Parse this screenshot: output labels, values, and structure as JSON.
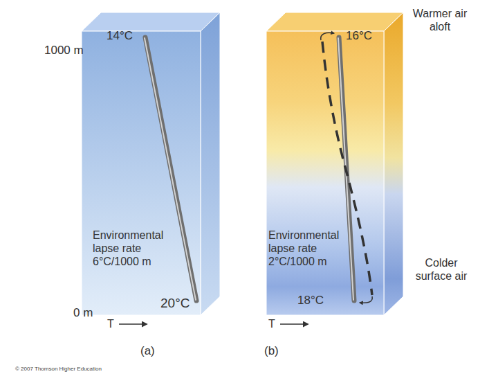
{
  "diagram": {
    "labels": [
      "1000 m",
      "14°C",
      "Environmental lapse rate 6°C/1000 m",
      "20°C",
      "0 m",
      "T",
      "(a)",
      "Warmer air aloft",
      "16°C",
      "Environmental lapse rate 2°C/1000 m",
      "Colder surface air",
      "18°C",
      "T",
      "(b)",
      "© 2007 Thomson Higher Education"
    ]
  }
}
